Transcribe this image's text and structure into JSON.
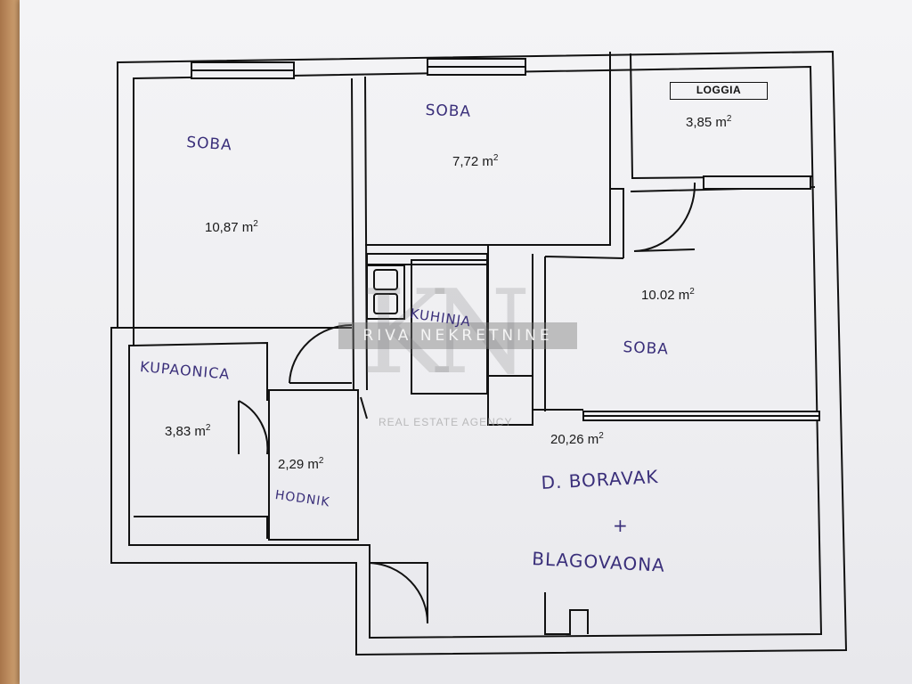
{
  "rooms": {
    "soba_left": {
      "name": "SOBA",
      "area": "10,87 m",
      "exp": "2"
    },
    "soba_top": {
      "name": "SOBA",
      "area": "7,72 m",
      "exp": "2"
    },
    "loggia": {
      "name": "LOGGIA",
      "area": "3,85 m",
      "exp": "2"
    },
    "soba_right": {
      "name": "SOBA",
      "area": "10.02 m",
      "exp": "2"
    },
    "kuhinja": {
      "name": "KUHINJA"
    },
    "kupaonica": {
      "name": "KUPAONICA",
      "area": "3,83 m",
      "exp": "2"
    },
    "hodnik": {
      "name": "HODNIK",
      "area": "2,29 m",
      "exp": "2"
    },
    "boravak": {
      "name_line1": "D. BORAVAK",
      "name_line2": "+",
      "name_line3": "BLAGOVAONA",
      "area": "20,26 m",
      "exp": "2"
    }
  },
  "watermark": {
    "logo": "KN",
    "text": "RIVA NEKRETNINE",
    "subtext": "REAL ESTATE AGENCY"
  },
  "colors": {
    "wall": "#111111",
    "handwriting": "#3a2f7a",
    "paper": "#f0f0f3"
  }
}
